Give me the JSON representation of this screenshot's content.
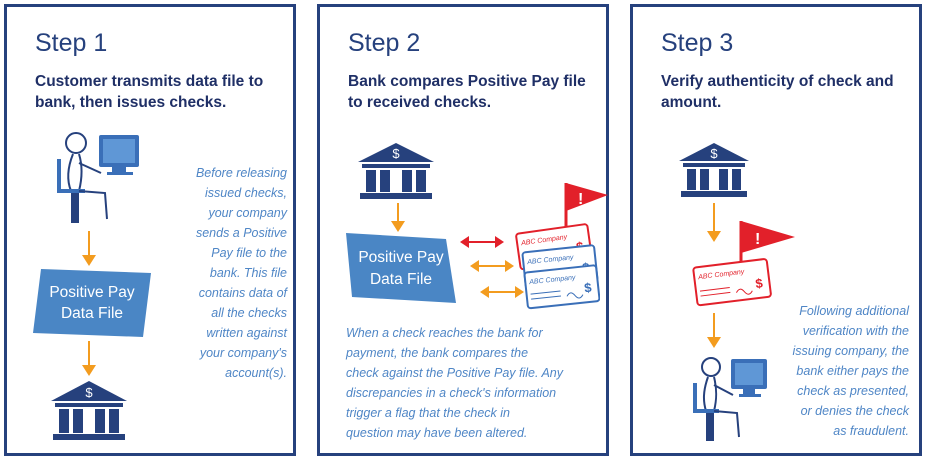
{
  "steps": [
    {
      "title": "Step 1",
      "subtitle": "Customer transmits data file to bank, then issues checks.",
      "note": "Before releasing issued checks, your company sends a Positive Pay file to the bank. This file contains data of all the checks written against your company's account(s).",
      "note_lines": [
        "Before releasing",
        "issued checks,",
        "your company",
        "sends a Positive",
        "Pay file to the",
        "bank. This file",
        "contains data of",
        "all the checks",
        "written against",
        "your company's",
        "account(s)."
      ],
      "file_label_line1": "Positive Pay",
      "file_label_line2": "Data File",
      "bank_symbol": "$"
    },
    {
      "title": "Step 2",
      "subtitle": "Bank compares Positive Pay file to received checks.",
      "note_lines": [
        "When a check reaches the bank for",
        "payment, the bank compares the",
        "check against the Positive Pay file. Any",
        "discrepancies in a check's information",
        "trigger a flag that the check in",
        "question may have been altered."
      ],
      "file_label_line1": "Positive Pay",
      "file_label_line2": "Data File",
      "bank_symbol": "$",
      "check_label": "ABC Company",
      "check_symbol": "$",
      "flag_symbol": "!"
    },
    {
      "title": "Step 3",
      "subtitle": "Verify authenticity of check and amount.",
      "note_lines": [
        "Following additional",
        "verification with the",
        "issuing company, the",
        "bank either pays the",
        "check as presented,",
        "or denies the check",
        "as fraudulent."
      ],
      "bank_symbol": "$",
      "check_label": "ABC Company",
      "check_symbol": "$",
      "flag_symbol": "!"
    }
  ],
  "colors": {
    "border": "#26417d",
    "title": "#26417d",
    "subtitle": "#1f2f66",
    "note": "#4f86c6",
    "arrow": "#f39c1f",
    "flag": "#e2202a",
    "file_box": "#4a86c5",
    "bank": "#26417d",
    "check_red": "#e2202a",
    "check_blue": "#3a6fb8"
  },
  "icons": [
    "person-at-computer-icon",
    "bank-icon",
    "arrow-down-icon",
    "double-arrow-icon",
    "check-icon",
    "flag-icon",
    "positive-pay-file-icon"
  ]
}
